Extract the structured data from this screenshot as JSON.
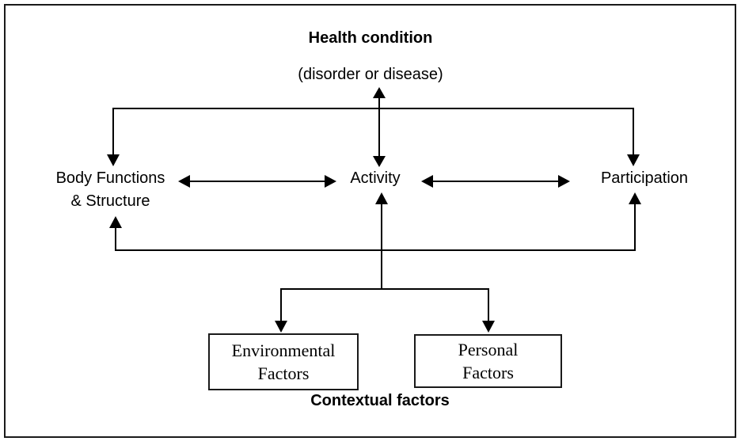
{
  "diagram": {
    "title": "Health condition",
    "subtitle": "(disorder or disease)",
    "nodes": {
      "body_functions": "Body Functions\n& Structure",
      "activity": "Activity",
      "participation": "Participation",
      "environmental_factors": "Environmental\nFactors",
      "personal_factors": "Personal\nFactors"
    },
    "footer": "Contextual factors",
    "colors": {
      "line": "#000000",
      "border": "#1a1a1a",
      "background": "#ffffff",
      "text": "#000000"
    }
  }
}
